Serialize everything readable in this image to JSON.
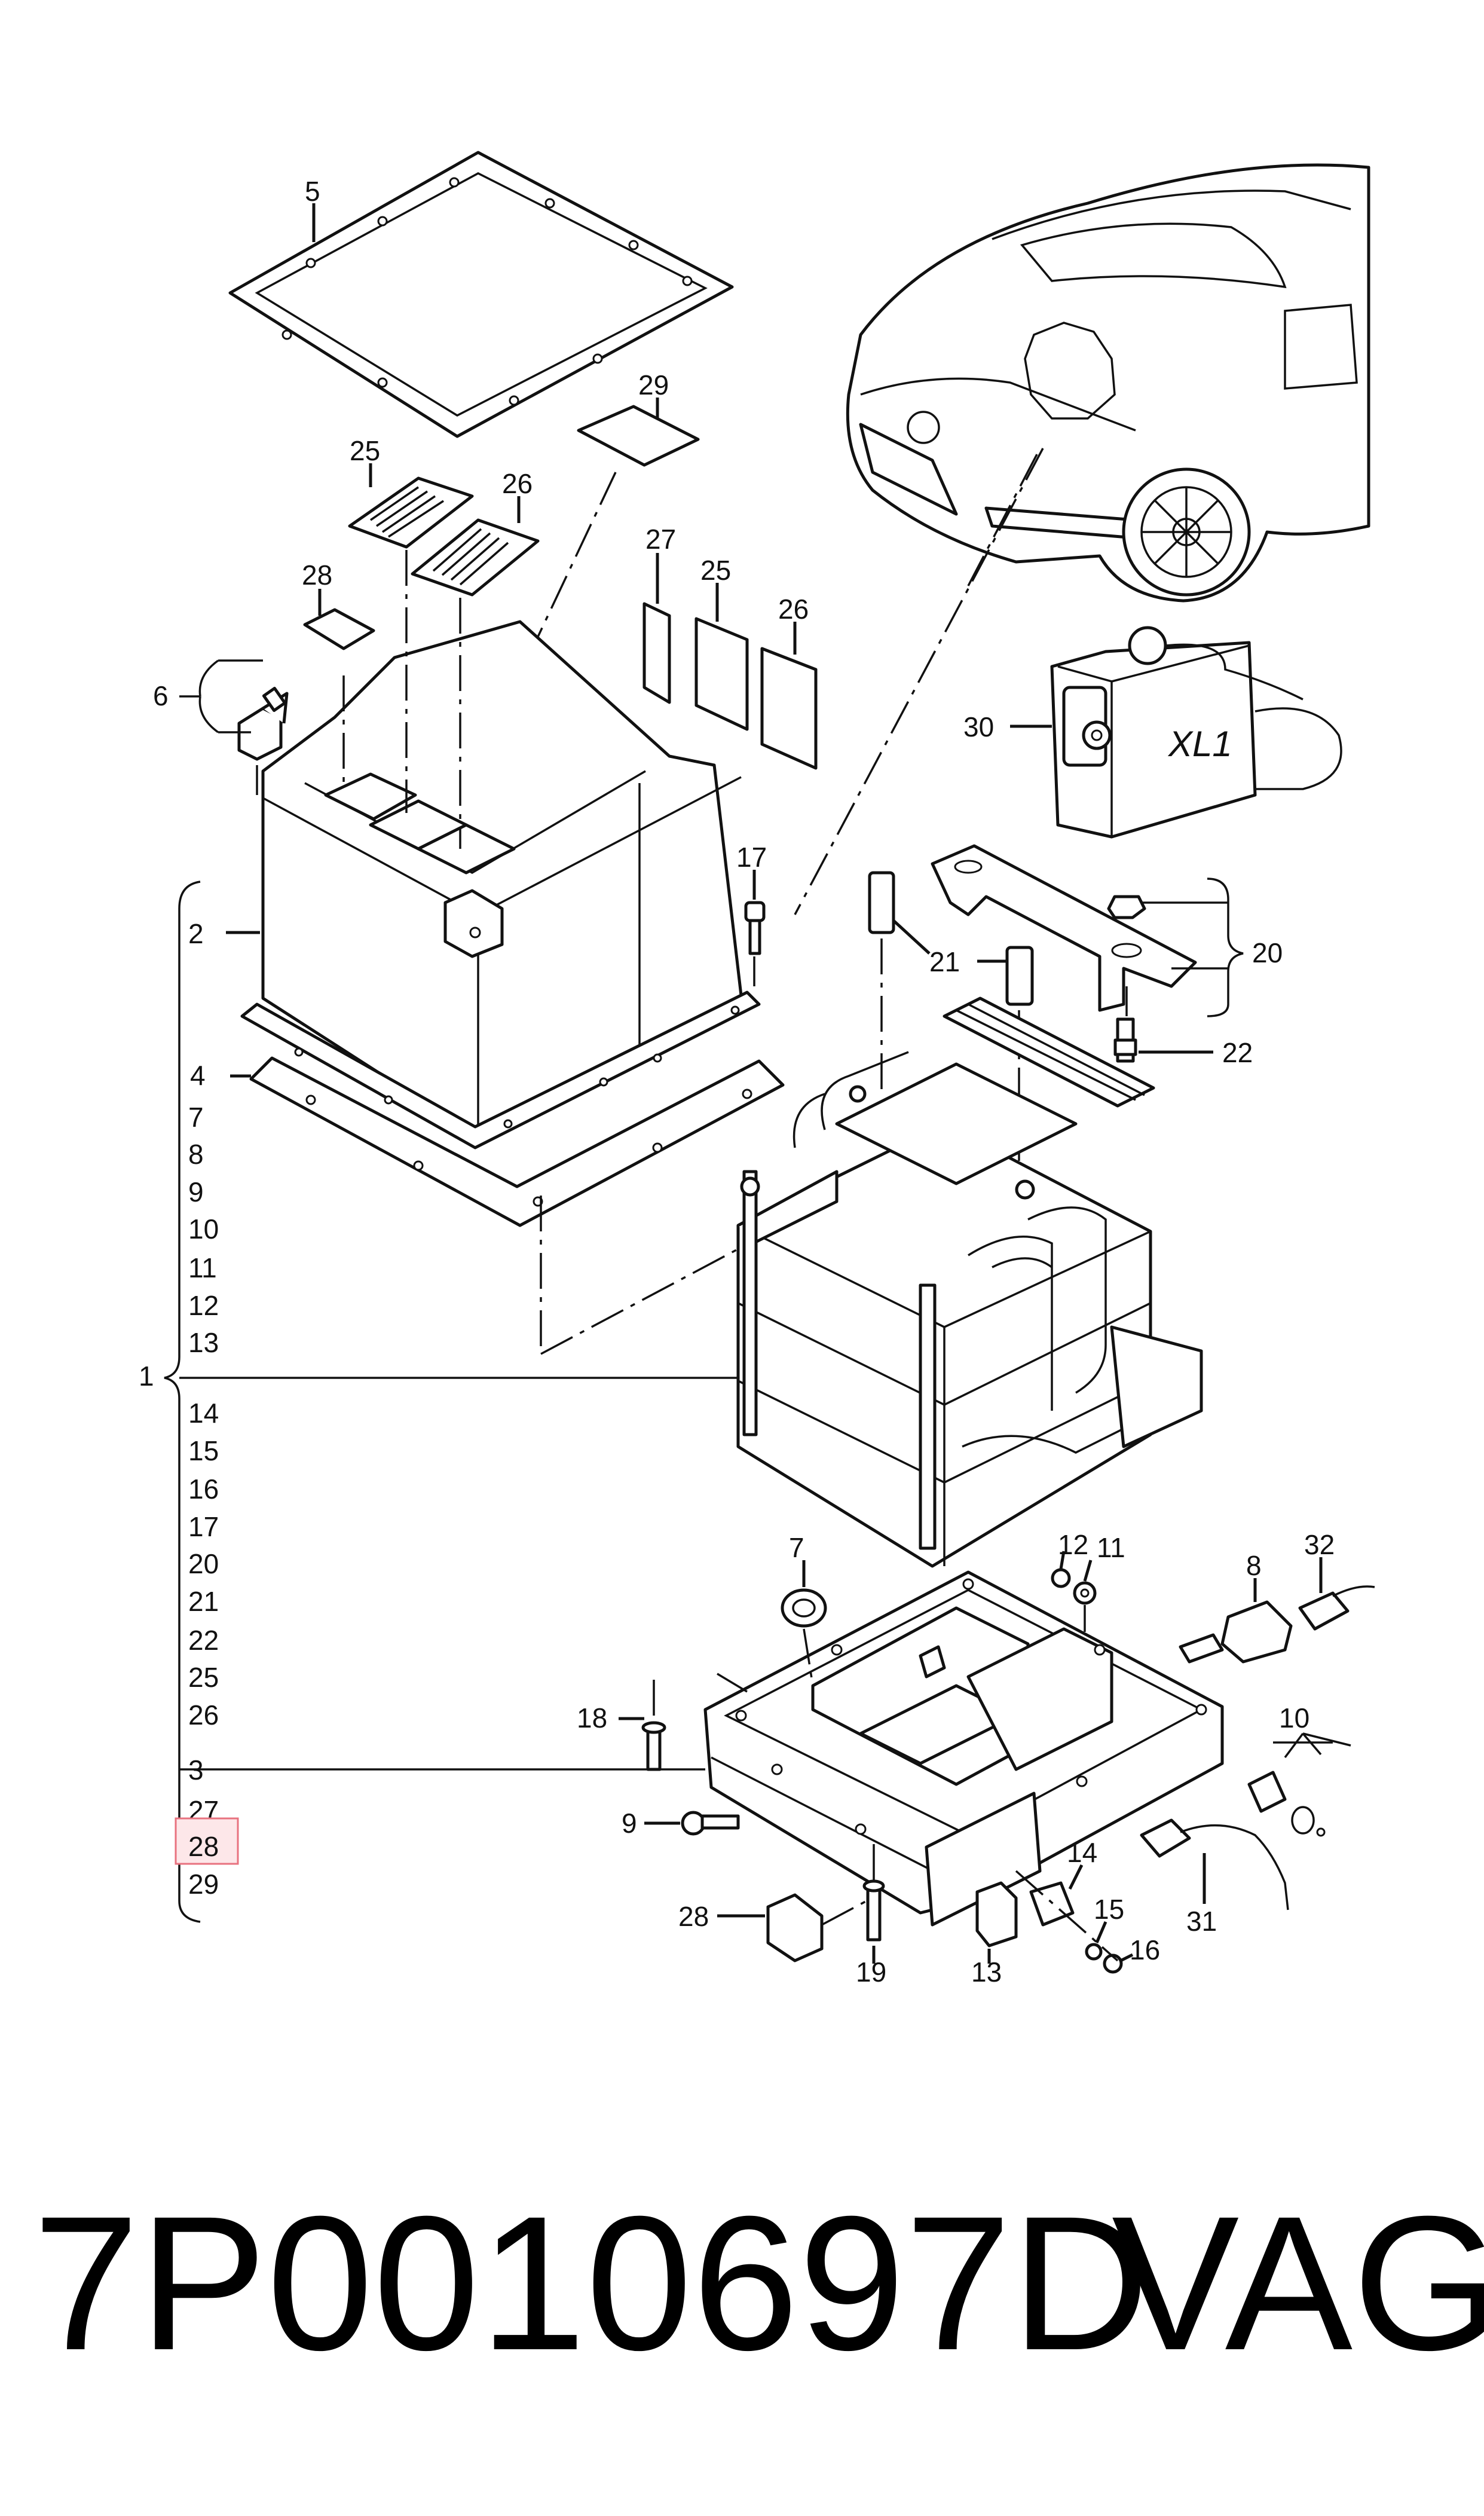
{
  "diagram": {
    "callouts": {
      "c1": "1",
      "c2": "2",
      "c3": "3",
      "c4": "4",
      "c5": "5",
      "c6": "6",
      "c7": "7",
      "c8": "8",
      "c9": "9",
      "c10": "10",
      "c11": "11",
      "c12": "12",
      "c13": "13",
      "c14": "14",
      "c15": "15",
      "c16": "16",
      "c17": "17",
      "c18": "18",
      "c19": "19",
      "c20": "20",
      "c21": "21",
      "c22": "22",
      "c25": "25",
      "c26": "26",
      "c27": "27",
      "c28": "28",
      "c29": "29",
      "c30": "30",
      "c31": "31",
      "c32": "32"
    },
    "group_list": {
      "upper": [
        "7",
        "8",
        "9",
        "10",
        "11",
        "12",
        "13"
      ],
      "lower": [
        "14",
        "15",
        "16",
        "17",
        "20",
        "21",
        "22",
        "25",
        "26"
      ],
      "tail": [
        "27",
        "28",
        "29"
      ],
      "highlighted": "28"
    },
    "charger_logo": "XL1"
  },
  "footer": {
    "part_number": "7P0010697D",
    "brand": "VAG"
  }
}
